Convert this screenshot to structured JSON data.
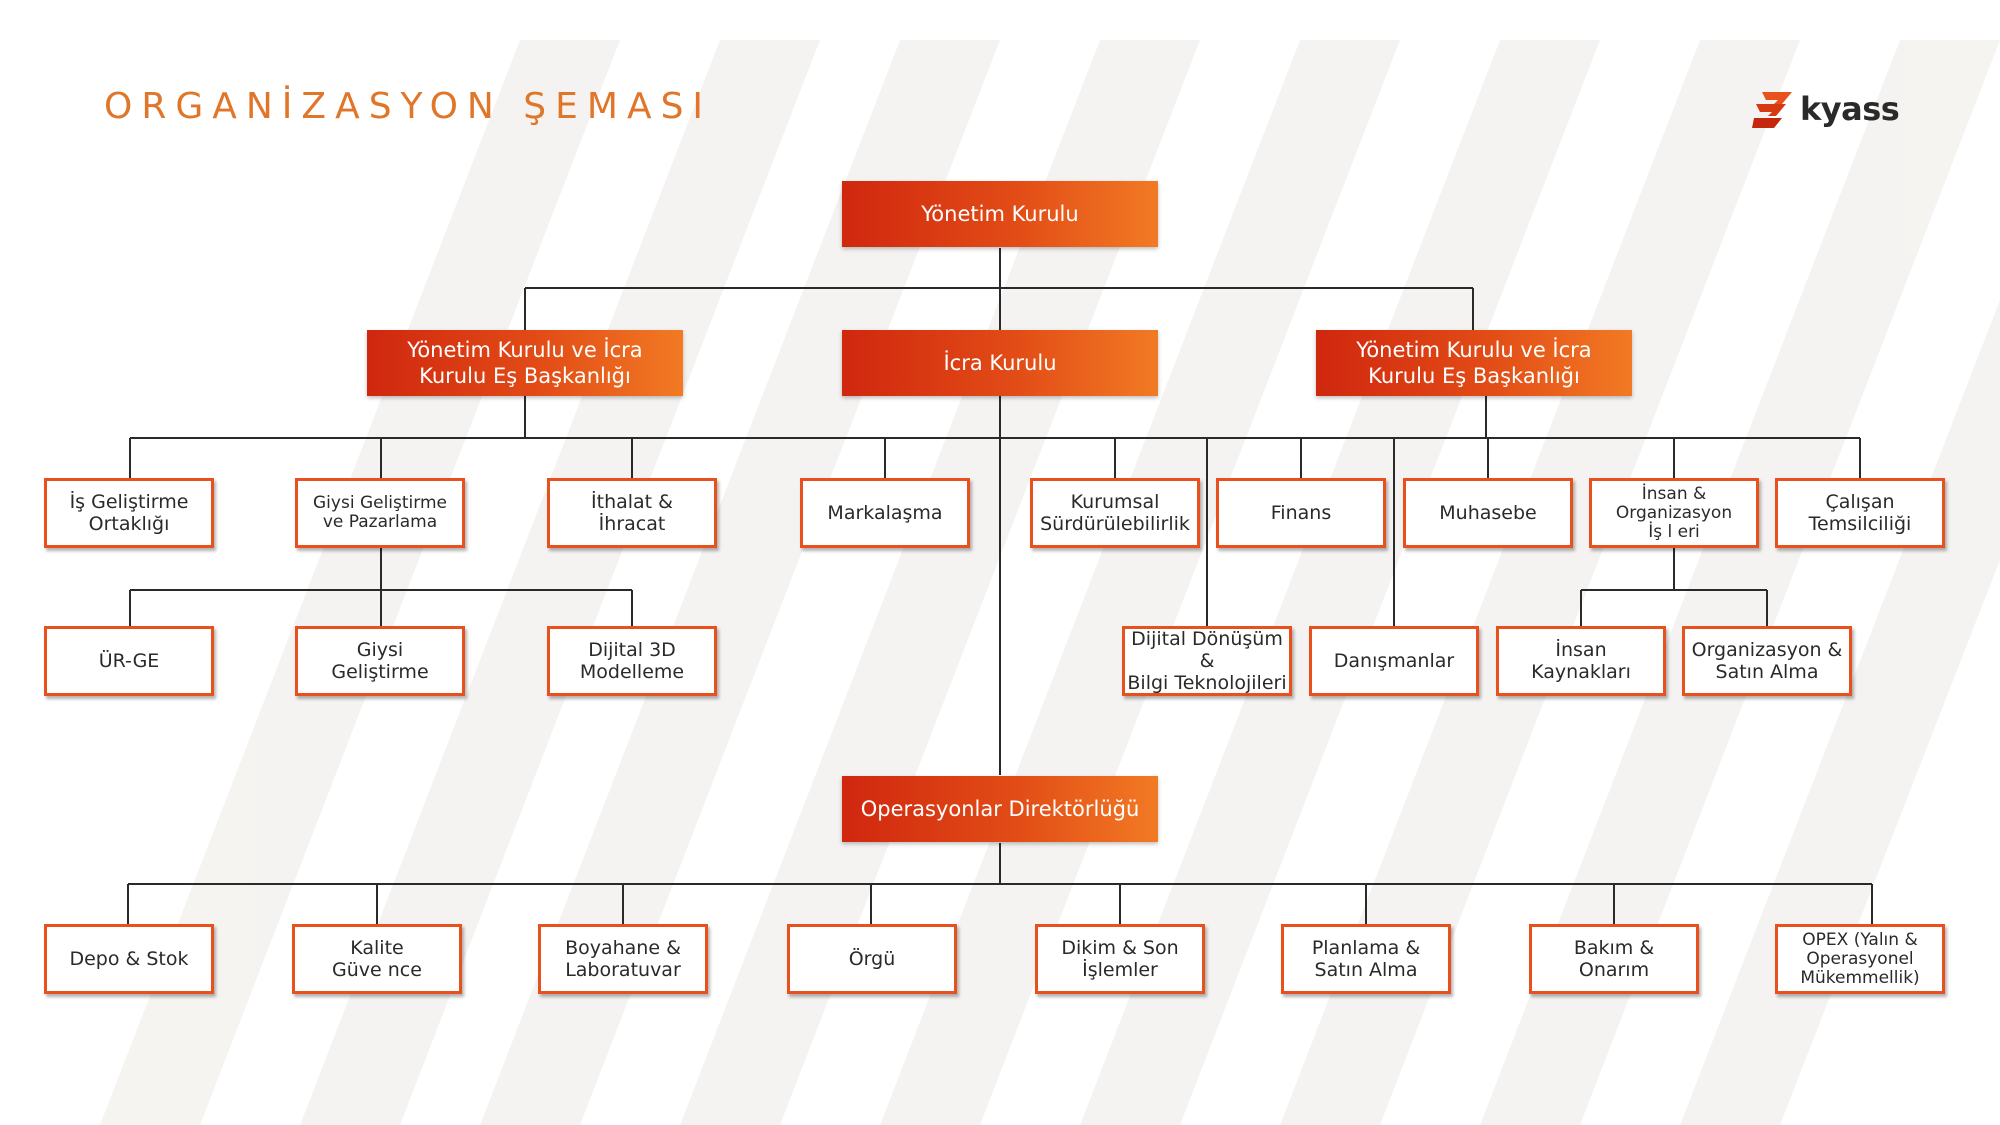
{
  "title": "ORGANİZASYON ŞEMASI",
  "brand": {
    "name": "kyass",
    "accent": "#e8501e",
    "logo": "kyass-logo-icon"
  },
  "nodes": {
    "board": "Yönetim Kurulu",
    "cochair_left": "Yönetim Kurulu ve İcra\nKurulu Eş Başkanlığı",
    "executive": "İcra Kurulu",
    "cochair_right": "Yönetim Kurulu ve İcra\nKurulu Eş Başkanlığı",
    "business_dev": "İş Geliştirme\nOrtaklığı",
    "apparel_marketing": "Giysi Geliştirme\nve Pazarlama",
    "import_export": "İthalat &\nİhracat",
    "branding": "Markalaşma",
    "sustainability": "Kurumsal\nSürdürülebilirlik",
    "finance": "Finans",
    "accounting": "Muhasebe",
    "hr_org": "İnsan &\nOrganizasyon\nİş l eri",
    "employee_rep": "Çalışan\nTemsilciliği",
    "rnd": "ÜR-GE",
    "apparel_dev": "Giysi\nGeliştirme",
    "digital_3d": "Dijital 3D\nModelleme",
    "digital_transformation": "Dijital Dönüşüm &\nBilgi Teknolojileri",
    "consultants": "Danışmanlar",
    "human_resources": "İnsan\nKaynakları",
    "org_purchasing": "Organizasyon &\nSatın Alma",
    "operations": "Operasyonlar Direktörlüğü",
    "warehouse": "Depo & Stok",
    "quality": "Kalite\nGüve nce",
    "dyehouse": "Boyahane &\nLaboratuvar",
    "knitting": "Örgü",
    "sewing": "Dikim & Son\nİşlemler",
    "planning": "Planlama &\nSatın Alma",
    "maintenance": "Bakım &\nOnarım",
    "opex": "OPEX (Yalın &\nOperasyonel\nMükemmellik)"
  }
}
